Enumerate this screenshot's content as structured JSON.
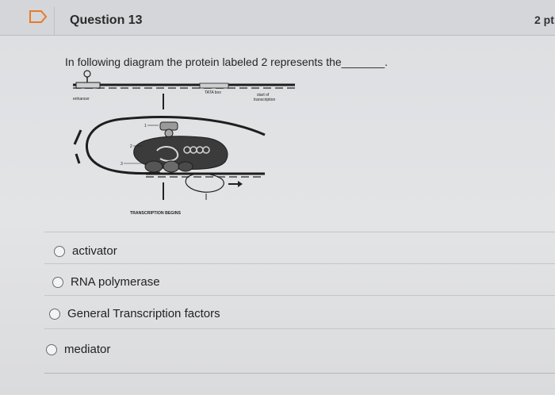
{
  "question": {
    "title": "Question 13",
    "points": "2 pt",
    "prompt": "In following diagram the protein labeled 2 represents the_______."
  },
  "diagram": {
    "labels": {
      "enhancer": "enhancer",
      "tata_box": "TATA box",
      "start_line1": "start of",
      "start_line2": "transcription",
      "num1": "1",
      "num2": "2",
      "num3": "3",
      "transcription_begins": "TRANSCRIPTION BEGINS"
    }
  },
  "options": [
    {
      "label": "activator"
    },
    {
      "label": "RNA polymerase"
    },
    {
      "label": "General Transcription factors"
    },
    {
      "label": "mediator"
    }
  ],
  "icons": {
    "flag": "flag-icon",
    "radio": "radio-button-icon"
  },
  "colors": {
    "accent": "#e87a2a",
    "background": "#dcdee1",
    "dark_protein": "#3b3b3b"
  }
}
